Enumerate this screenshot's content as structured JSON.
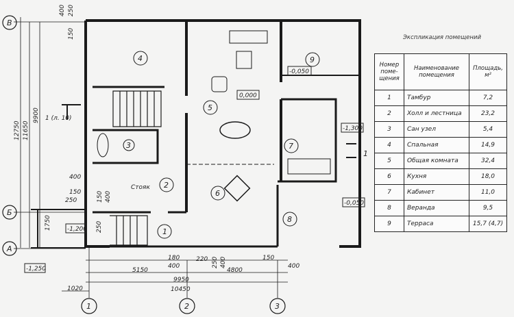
{
  "table": {
    "title": "Экспликация помещений",
    "headers": [
      "Номер поме-щения",
      "Наименование помещения",
      "Площадь, м²"
    ],
    "rows": [
      [
        "1",
        "Тамбур",
        "7,2"
      ],
      [
        "2",
        "Холл и лестница",
        "23,2"
      ],
      [
        "3",
        "Сан узел",
        "5,4"
      ],
      [
        "4",
        "Спальная",
        "14,9"
      ],
      [
        "5",
        "Общая комната",
        "32,4"
      ],
      [
        "6",
        "Кухня",
        "18,0"
      ],
      [
        "7",
        "Кабинет",
        "11,0"
      ],
      [
        "8",
        "Веранда",
        "9,5"
      ],
      [
        "9",
        "Терраса",
        "15,7 (4,7)"
      ]
    ]
  },
  "axes": {
    "rows": [
      "В",
      "Б",
      "А"
    ],
    "cols": [
      "1",
      "2",
      "3"
    ]
  },
  "rooms": [
    "1",
    "2",
    "3",
    "4",
    "5",
    "6",
    "7",
    "8",
    "9"
  ],
  "levels": {
    "main": "0,000",
    "terrace": "-0,050",
    "veranda": "-0,050",
    "study_ext": "-1,300",
    "entry": "-1,200",
    "porch": "-1,250"
  },
  "labels": {
    "riser": "Стояк",
    "section": "1 (л. 10)",
    "section_right": "1"
  },
  "dims": {
    "top_a": "400",
    "top_b": "250",
    "top_c": "150",
    "v1": "12750",
    "v2": "11650",
    "v3": "9900",
    "l400": "400",
    "l150": "150",
    "l250": "250",
    "v150": "150",
    "v400": "400",
    "d1750": "1750",
    "d250": "250",
    "b180": "180",
    "b400": "400",
    "b220": "220",
    "b250": "250",
    "b400b": "400",
    "b150": "150",
    "b400c": "400",
    "d5150": "5150",
    "d4800": "4800",
    "d9950": "9950",
    "d10450": "10450",
    "d1020": "1020"
  }
}
